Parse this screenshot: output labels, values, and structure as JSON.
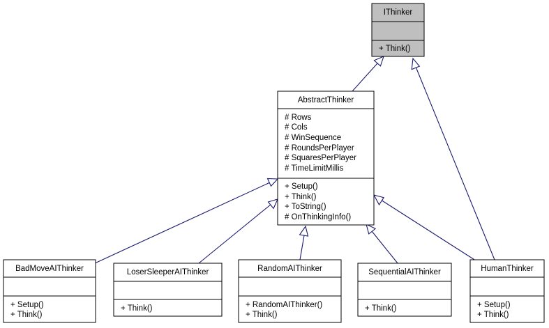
{
  "classes": {
    "ithinker": {
      "name": "IThinker",
      "attributes": [],
      "methods": [
        "+ Think()"
      ]
    },
    "abstract_thinker": {
      "name": "AbstractThinker",
      "attributes": [
        "# Rows",
        "# Cols",
        "# WinSequence",
        "# RoundsPerPlayer",
        "# SquaresPerPlayer",
        "# TimeLimitMillis"
      ],
      "methods": [
        "+ Setup()",
        "+ Think()",
        "+ ToString()",
        "# OnThinkingInfo()"
      ]
    },
    "bad_move_ai_thinker": {
      "name": "BadMoveAIThinker",
      "attributes": [],
      "methods": [
        "+ Setup()",
        "+ Think()"
      ]
    },
    "loser_sleeper_ai_thinker": {
      "name": "LoserSleeperAIThinker",
      "attributes": [],
      "methods": [
        "+ Think()"
      ]
    },
    "random_ai_thinker": {
      "name": "RandomAIThinker",
      "attributes": [],
      "methods": [
        "+ RandomAIThinker()",
        "+ Think()"
      ]
    },
    "sequential_ai_thinker": {
      "name": "SequentialAIThinker",
      "attributes": [],
      "methods": [
        "+ Think()"
      ]
    },
    "human_thinker": {
      "name": "HumanThinker",
      "attributes": [],
      "methods": [
        "+ Setup()",
        "+ Think()"
      ]
    }
  },
  "relations": [
    {
      "from": "abstract_thinker",
      "to": "ithinker",
      "type": "inheritance"
    },
    {
      "from": "human_thinker",
      "to": "ithinker",
      "type": "inheritance"
    },
    {
      "from": "bad_move_ai_thinker",
      "to": "abstract_thinker",
      "type": "inheritance"
    },
    {
      "from": "loser_sleeper_ai_thinker",
      "to": "abstract_thinker",
      "type": "inheritance"
    },
    {
      "from": "random_ai_thinker",
      "to": "abstract_thinker",
      "type": "inheritance"
    },
    {
      "from": "sequential_ai_thinker",
      "to": "abstract_thinker",
      "type": "inheritance"
    },
    {
      "from": "human_thinker",
      "to": "abstract_thinker",
      "type": "inheritance"
    }
  ],
  "colors": {
    "edge": "#191970",
    "highlight_fill": "#bfbfbf",
    "box_stroke": "#000000"
  }
}
